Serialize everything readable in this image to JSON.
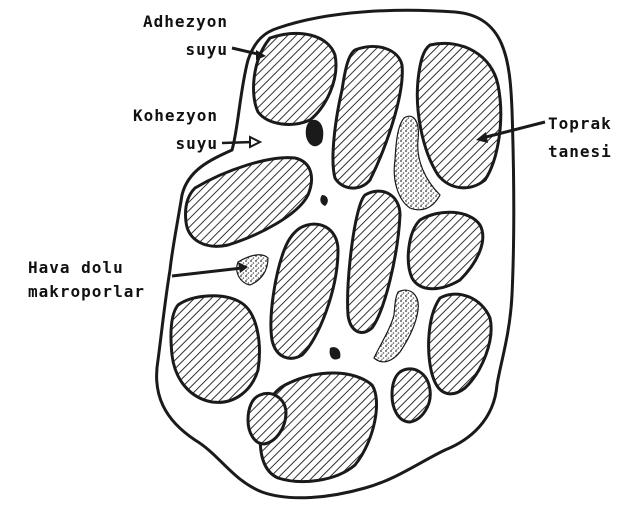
{
  "labels": {
    "adhezyon": [
      "Adhezyon",
      "suyu"
    ],
    "kohezyon": [
      "Kohezyon",
      "suyu"
    ],
    "hava": [
      "Hava dolu",
      "makroporlar"
    ],
    "toprak": [
      "Toprak",
      "tanesi"
    ]
  },
  "colors": {
    "ink": "#1a1a1a",
    "paper": "#ffffff",
    "air_pore": "#9a9a9a"
  }
}
